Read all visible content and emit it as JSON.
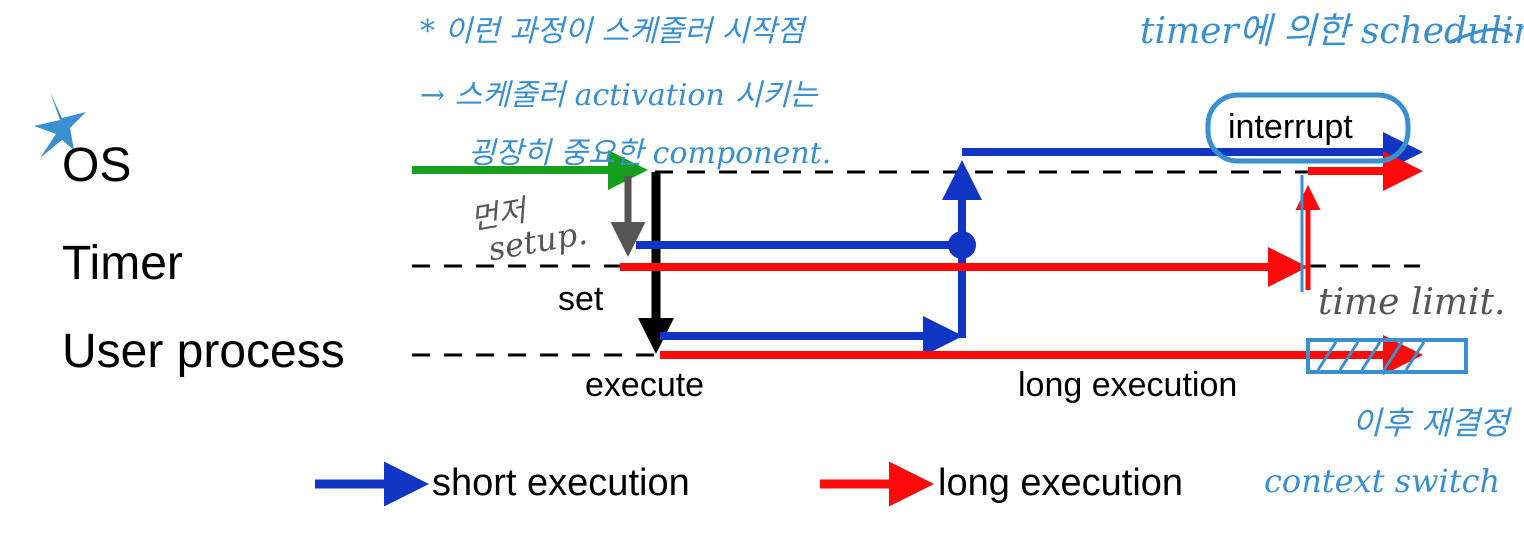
{
  "lanes": {
    "os": "OS",
    "timer": "Timer",
    "user_process": "User process"
  },
  "labels": {
    "set": "set",
    "execute": "execute",
    "long_execution": "long execution",
    "interrupt": "interrupt"
  },
  "legend": {
    "short": "short execution",
    "long": "long execution"
  },
  "annotations": {
    "note_line1": "* 이런 과정이 스케줄러 시작점",
    "note_line2": "→ 스케줄러 activation 시키는",
    "note_line3": "굉장히 중요한 component.",
    "setup_first": "먼저",
    "setup": "setup.",
    "timer_scheduling": "timer에 의한 scheduling",
    "time_limit": "time limit.",
    "after_line1": "이후 재결정",
    "after_line2": "context switch"
  },
  "colors": {
    "short_execution": "#1035c4",
    "long_execution": "#ff0a0a",
    "initial": "#17a01e",
    "handwriting": "#3a8fd0",
    "setup_arrow": "#555555"
  }
}
